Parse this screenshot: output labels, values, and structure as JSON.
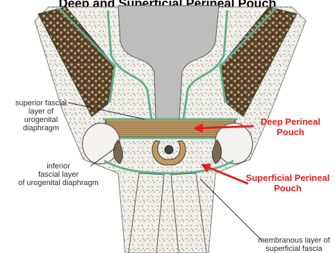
{
  "title_partial": "Deep and Superficial Perineal Pouch",
  "labels": {
    "superior_fascial": [
      "superior fascial",
      "layer of",
      "urogenital",
      "diaphragm"
    ],
    "inferior_fascial": [
      "inferior",
      "fascial layer",
      "of urogenital diaphragm"
    ],
    "deep_pouch": [
      "Deep Perineal",
      "Pouch"
    ],
    "superficial_pouch": [
      "Superficial Perineal",
      "Pouch"
    ],
    "membranous": [
      "membranous layer of",
      "superficial fascia"
    ]
  },
  "colors": {
    "bone_fill": "#f2f0ec",
    "fascia_green": "#5faf8a",
    "muscle_brown": "#6b5232",
    "diaphragm_tan": "#b98c55",
    "arrow_red": "#e41f1f",
    "organ_gray": "#bdbdbd"
  }
}
